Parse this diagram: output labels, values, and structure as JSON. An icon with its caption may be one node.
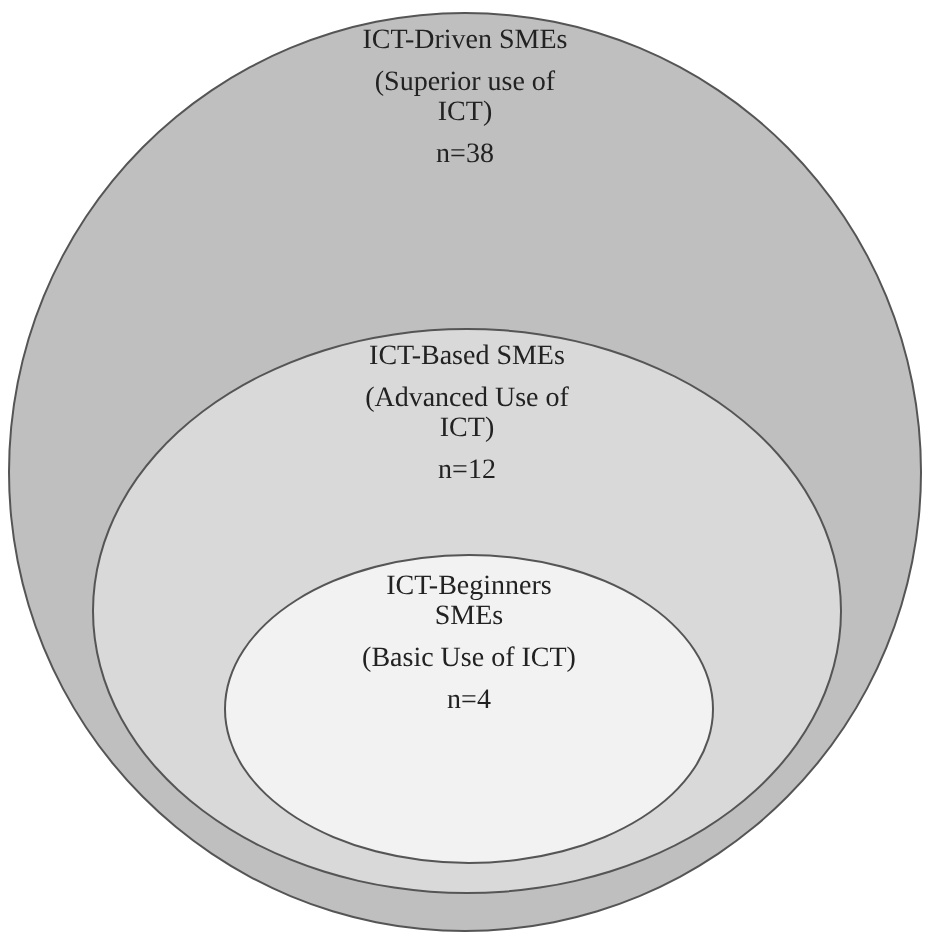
{
  "diagram": {
    "nodes": [
      {
        "text": [
          "ICT-Driven SMEs",
          "(Superior use of ICT)",
          "n=38"
        ]
      },
      {
        "text": [
          "ICT-Based SMEs",
          "(Advanced Use of ICT)",
          "n=12"
        ],
        "in": 0
      },
      {
        "text": [
          "ICT-Beginners SMEs",
          "(Basic Use of ICT)",
          "n=4"
        ],
        "in": 1
      }
    ]
  }
}
